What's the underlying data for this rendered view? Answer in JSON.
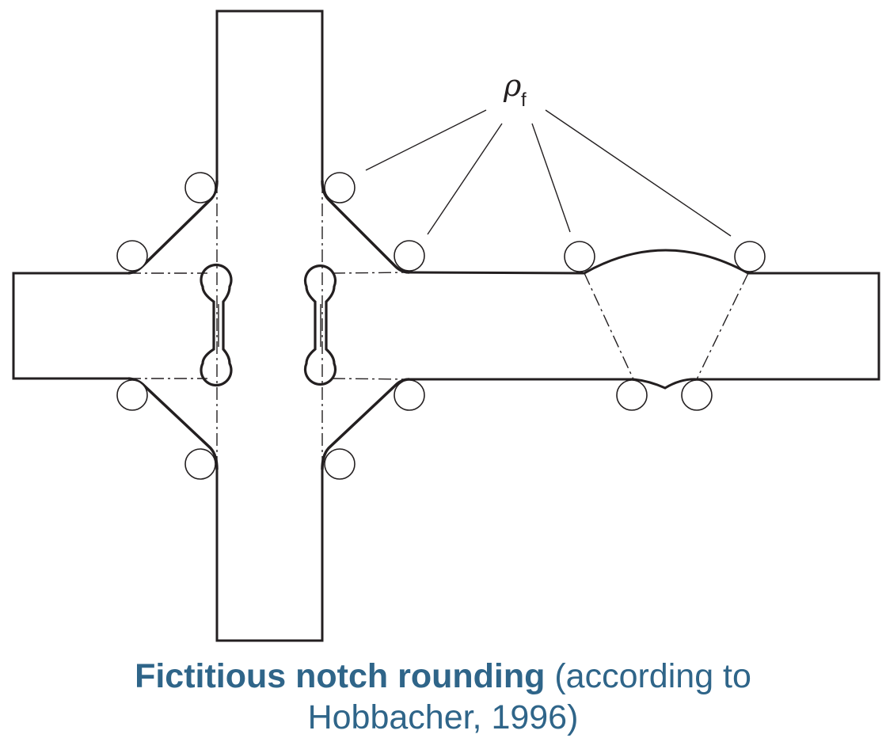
{
  "diagram": {
    "label": {
      "symbol": "ρ",
      "subscript": "f"
    }
  },
  "caption": {
    "bold_text": "Fictitious notch rounding",
    "normal_text": "(according to",
    "second_line": "Hobbacher, 1996)"
  },
  "colors": {
    "line": "#231f20",
    "caption": "#2f6589"
  }
}
